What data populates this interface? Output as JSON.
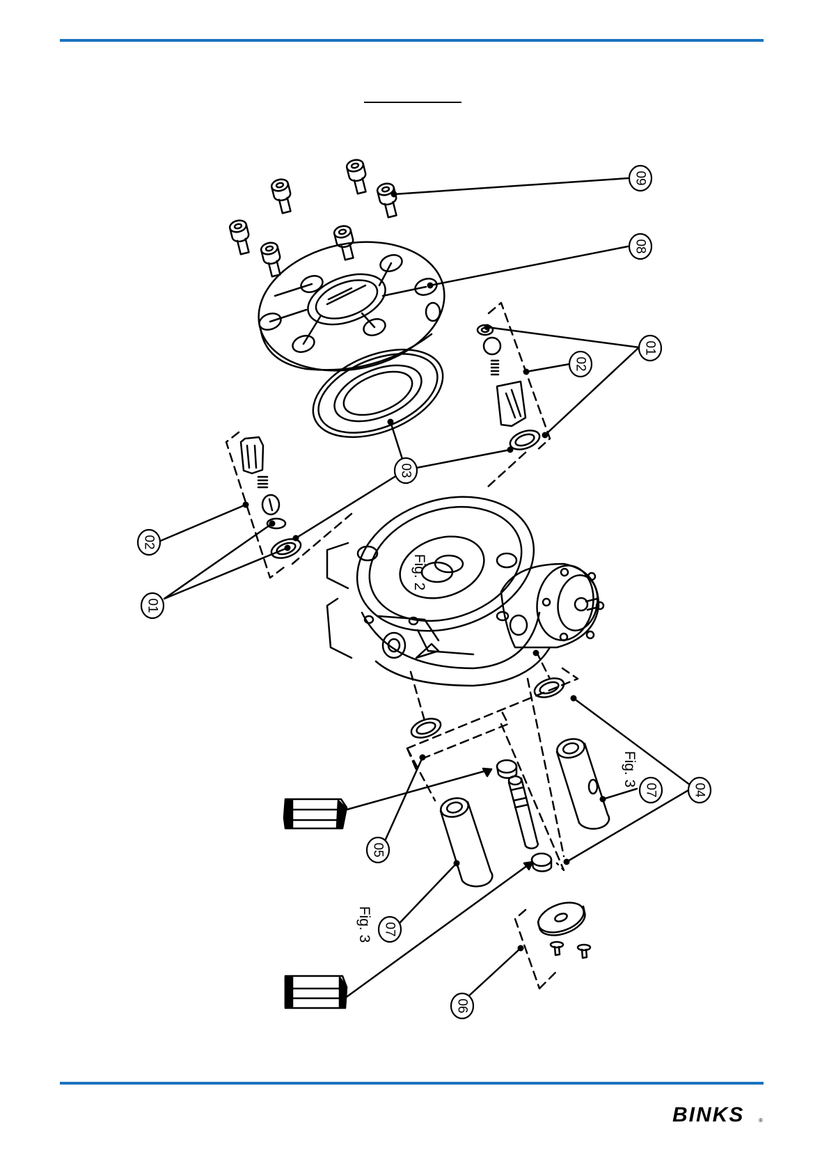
{
  "colors": {
    "accent": "#1a73be",
    "ink": "#000000"
  },
  "callouts": {
    "c09": "09",
    "c08": "08",
    "c01a": "01",
    "c02a": "02",
    "c03": "03",
    "c02b": "02",
    "c01b": "01",
    "c04": "04",
    "c07a": "07",
    "c05": "05",
    "c07b": "07",
    "c06": "06"
  },
  "figure_labels": {
    "fig2": "Fig. 2",
    "fig3a": "Fig. 3",
    "fig3b": "Fig. 3"
  },
  "brand": {
    "logo": "BINKS",
    "reg": "®"
  }
}
